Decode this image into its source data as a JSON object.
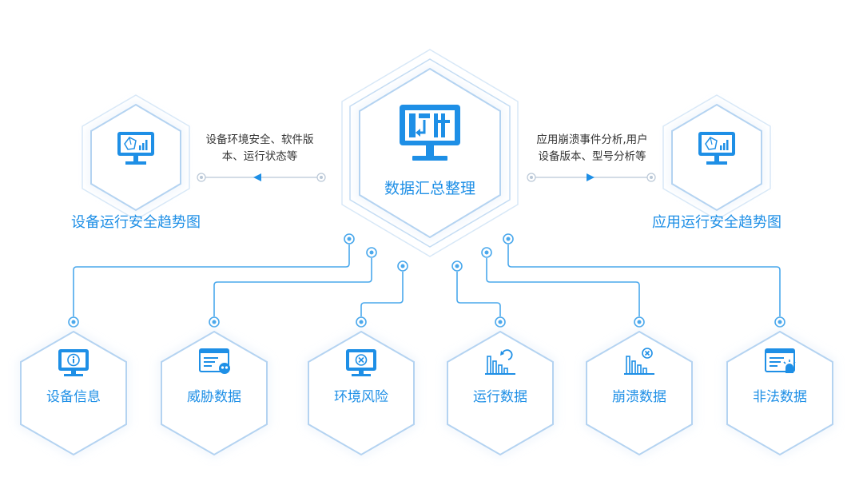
{
  "center": {
    "label": "数据汇总整理",
    "icon": "data-integration-monitor-icon"
  },
  "left_panel": {
    "title": "设备运行安全趋势图",
    "description_line1": "设备环境安全、软件版",
    "description_line2": "本、运行状态等",
    "icon": "trend-chart-monitor-icon"
  },
  "right_panel": {
    "title": "应用运行安全趋势图",
    "description_line1": "应用崩溃事件分析,用户",
    "description_line2": "设备版本、型号分析等",
    "icon": "trend-chart-monitor-icon"
  },
  "sources": [
    {
      "label": "设备信息",
      "icon": "info-monitor-icon"
    },
    {
      "label": "威胁数据",
      "icon": "threat-window-icon"
    },
    {
      "label": "环境风险",
      "icon": "risk-monitor-icon"
    },
    {
      "label": "运行数据",
      "icon": "bar-chart-refresh-icon"
    },
    {
      "label": "崩溃数据",
      "icon": "bar-chart-error-icon"
    },
    {
      "label": "非法数据",
      "icon": "illegal-alert-window-icon"
    }
  ],
  "colors": {
    "primary": "#1e8fe6",
    "text_dark": "#333333",
    "hex_stroke_light": "#cfe3f7",
    "hex_fill": "#ffffff",
    "line": "#4aa8ec"
  }
}
